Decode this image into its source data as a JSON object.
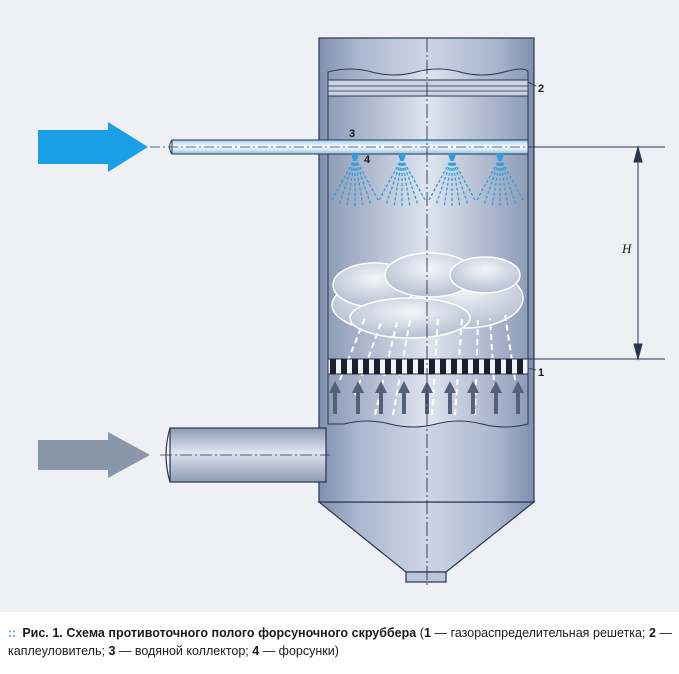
{
  "labels": {
    "label_1": "1",
    "label_2": "2",
    "label_3": "3",
    "label_4": "4",
    "height": "H"
  },
  "caption": {
    "bullet": "::",
    "fig_prefix": "Рис. 1.",
    "title": "Схема противоточного полого форсуночного скруббера",
    "open_paren": " (",
    "item1_num": "1",
    "item1_text": " — газораспределительная решетка; ",
    "item2_num": "2",
    "item2_text": " — каплеуловитель; ",
    "item3_num": "3",
    "item3_text": " — водяной коллектор; ",
    "item4_num": "4",
    "item4_text": " — форсунки)"
  },
  "colors": {
    "background": "#eef0f6",
    "water_arrow": "#1aa0e6",
    "gas_arrow": "#8a97a8",
    "vessel": "#a9b6cc",
    "spray": "#2f9fdc",
    "bullet": "#4aa3d8"
  }
}
